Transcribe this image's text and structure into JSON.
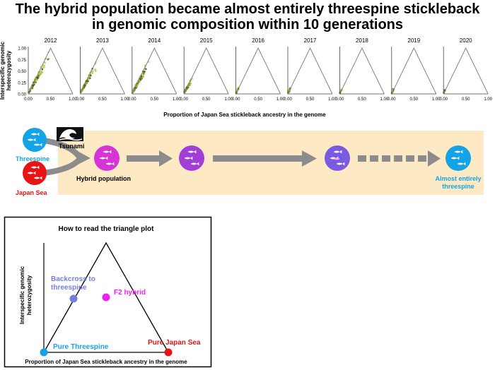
{
  "title": {
    "line1": "The hybrid population became almost entirely threespine stickleback",
    "line2": "in genomic composition within 10 generations"
  },
  "panels": {
    "years": [
      "2012",
      "2013",
      "2014",
      "2015",
      "2016",
      "2017",
      "2018",
      "2019",
      "2020"
    ],
    "density": [
      0.75,
      0.85,
      0.95,
      0.55,
      0.12,
      0.25,
      0.12,
      0.12,
      0.08
    ],
    "spread": [
      0.55,
      0.45,
      0.38,
      0.22,
      0.05,
      0.06,
      0.05,
      0.05,
      0.03
    ],
    "y_ticks": [
      "1.00",
      "0.75",
      "0.50",
      "0.25",
      "0.00"
    ],
    "x_ticks": [
      "0.00",
      "0.50",
      "1.00"
    ],
    "y_label_line1": "Interspecific genomic",
    "y_label_line2": "heterozygosity",
    "x_label": "Proportion of Japan Sea stickleback ancestry in the genome"
  },
  "flow": {
    "tsunami_label": "Tsunami",
    "threespine_label": "Threespine",
    "japan_sea_label": "Japan Sea",
    "hybrid_label": "Hybrid population",
    "final_label_line1": "Almost entirely",
    "final_label_line2": "threespine"
  },
  "legend_box": {
    "title": "How to read the triangle plot",
    "y_label_line1": "Interspecific genomic",
    "y_label_line2": "heterozygosity",
    "x_label": "Proportion of Japan Sea stickleback ancestry in the genome",
    "backcross_line1": "Backcross to",
    "backcross_line2": "threespine",
    "f2_label": "F2 hybrid",
    "pure_threespine_label": "Pure Threespine",
    "pure_japan_sea_label": "Pure Japan Sea"
  },
  "colors": {
    "threespine": "#14a3e6",
    "japan_sea": "#e81414",
    "hybrid": "#d733d7",
    "hybrid_purple": "#a23ed6",
    "hybrid_violet": "#7a5ae0",
    "backcross": "#7480d8",
    "f2": "#ee22ee",
    "band": "#fde9c4",
    "arrow": "#8c8c8c",
    "density_green": "#8aaa22"
  }
}
